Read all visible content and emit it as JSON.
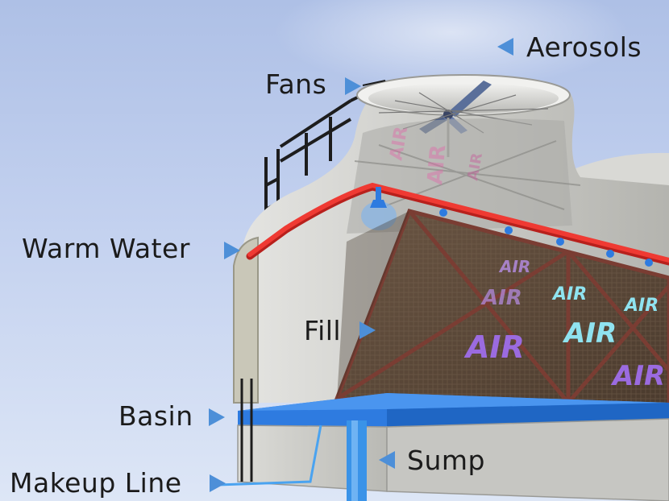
{
  "labels": {
    "aerosols": "Aerosols",
    "fans": "Fans",
    "warm_water": "Warm Water",
    "fill": "Fill",
    "basin": "Basin",
    "sump": "Sump",
    "makeup_line": "Makeup Line"
  },
  "air_text": "AIR",
  "colors": {
    "sky": "#c3d1ef",
    "pointer": "#4d8fd8",
    "pipe": "#e8302b",
    "basin": "#2e7be0",
    "fill_panel": "#5b4838",
    "air_purple": "#9b6be0",
    "air_cyan": "#8fe3f0",
    "air_pink": "#e06aa8",
    "housing": "#cfcfcc"
  }
}
